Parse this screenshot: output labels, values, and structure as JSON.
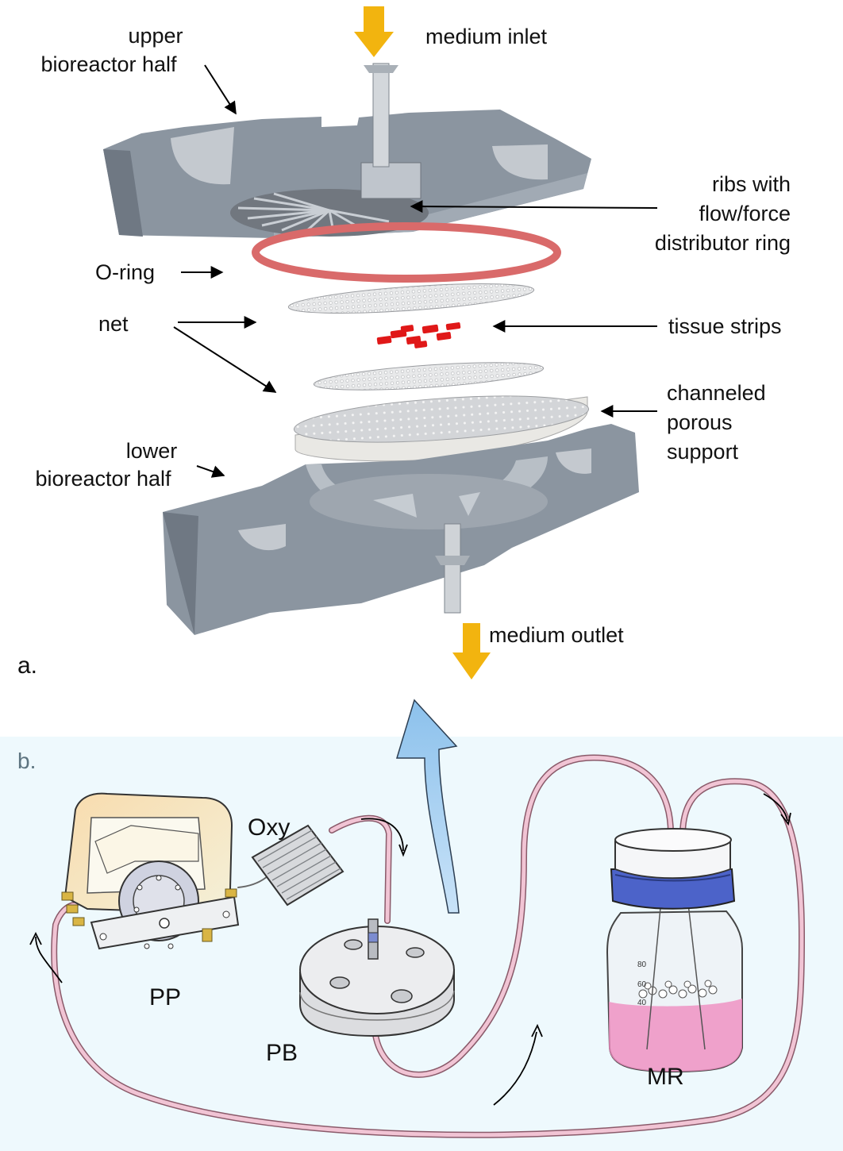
{
  "panel_a": {
    "letter": "a.",
    "labels": {
      "upper_half": [
        "upper",
        "bioreactor half"
      ],
      "medium_inlet": "medium inlet",
      "ribs": [
        "ribs with",
        "flow/force",
        "distributor ring"
      ],
      "o_ring": "O-ring",
      "net": "net",
      "tissue_strips": "tissue strips",
      "porous_support": [
        "channeled",
        "porous",
        "support"
      ],
      "lower_half": [
        "lower",
        "bioreactor half"
      ],
      "medium_outlet": "medium outlet"
    }
  },
  "panel_b": {
    "letter": "b.",
    "labels": {
      "oxy": "Oxy",
      "pp": "PP",
      "pb": "PB",
      "mr": "MR",
      "bottle_marks": [
        "80",
        "60",
        "40"
      ]
    }
  },
  "colors": {
    "housing": "#8a949e",
    "o_ring": "#d96a6a",
    "tissue": "#e01818",
    "flow_arrow": "#f2b40f",
    "panel_b_bg": "#eef9fd",
    "tubing": "#e7b6c8",
    "medium": "#ef8cbf",
    "cap_ring": "#4c63c9"
  }
}
